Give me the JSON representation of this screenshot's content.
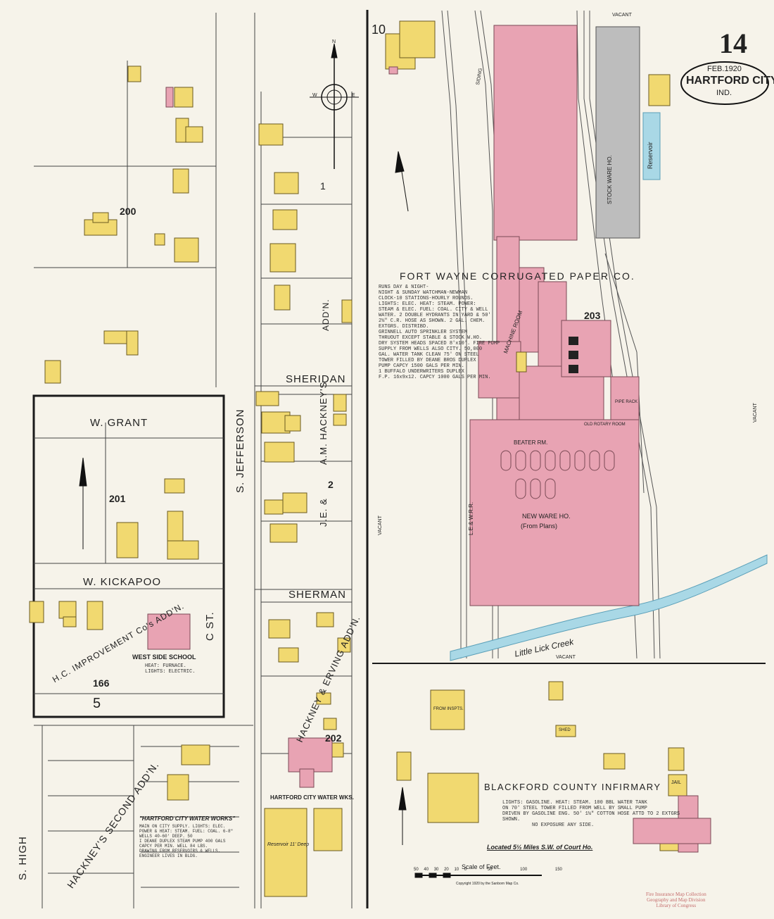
{
  "sheet": {
    "number": "14",
    "date": "FEB.1920",
    "city": "HARTFORD CITY",
    "state": "IND."
  },
  "streets": {
    "sheridan": "SHERIDAN",
    "w_grant": "W. GRANT",
    "s_jefferson": "S. JEFFERSON",
    "w_kickapoo": "W. KICKAPOO",
    "sherman": "SHERMAN",
    "c_st": "C     ST.",
    "s_high": "S. HIGH"
  },
  "blocks": [
    "200",
    "201",
    "166",
    "202",
    "203",
    "1",
    "2",
    "5",
    "10"
  ],
  "additions": {
    "hackney_am": "A.M. HACKNEY'S",
    "je": "J.E. &",
    "addn1": "ADD'N.",
    "hackney_erving": "HACKNEY & ERVING ADD'N.",
    "hc_improvement": "H.C. IMPROVEMENT Co's ADD'N.",
    "hackneys_second": "HACKNEY'S SECOND ADD'N."
  },
  "labels": {
    "paper_co": "FORT WAYNE CORRUGATED PAPER CO.",
    "infirmary": "BLACKFORD COUNTY INFIRMARY",
    "west_side_school": "WEST SIDE SCHOOL",
    "school_notes": "HEAT: FURNACE.\nLIGHTS: ELECTRIC.",
    "water_works": "HARTFORD CITY WATER WKS.",
    "water_works_title": "\"HARTFORD CITY WATER WORKS\"",
    "little_lick_creek": "Little   Lick   Creek",
    "located": "Located 5½ Miles S.W. of Court Ho.",
    "scale": "Scale of Feet.",
    "copyright": "Copyright 1920 by the Sanborn Map Co.",
    "vacant": "VACANT",
    "stock_ware_ho": "STOCK WARE HO.",
    "reservoir": "Reservoir",
    "reservoir_deep": "Reservoir 11' Deep",
    "new_ware_ho": "NEW WARE HO.",
    "from_plans": "(From Plans)",
    "beater_rm": "BEATER RM.",
    "machine_room": "MACHINE ROOM",
    "siding": "SIDING",
    "le_wrr": "L.E.& W.R.R.",
    "from_inspts": "FROM INSPTS.",
    "shed": "SHED",
    "jail": "JAIL",
    "pipe_rack": "PIPE RACK",
    "old_rotary_room": "OLD ROTARY ROOM",
    "library_stamp": "Fire Insurance Map Collection\nGeography and Map Division\nLibrary of Congress"
  },
  "notes": {
    "paper_co": "RUNS DAY & NIGHT-\nNIGHT & SUNDAY WATCHMAN-NEWMAN\nCLOCK-10 STATIONS-HOURLY ROUNDS.\nLIGHTS: ELEC. HEAT: STEAM. POWER:\nSTEAM & ELEC. FUEL: COAL. CITY & WELL\nWATER. 2 DOUBLE HYDRANTS IN YARD & 50'\n2½\" C.R. HOSE AS SHOWN. 2 GAL. CHEM.\nEXTGRS. DISTRIBD.\nGRINNELL AUTO SPRINKLER SYSTEM\nTHRUOUT EXCEPT STABLE & STOCK W.HO.\nDRY SYSTEM HEADS SPACED 8'x10'. FIRE PUMP\nSUPPLY FROM WELLS ALSO CITY. 50,000\nGAL. WATER TANK CLEAN 75' ON STEEL\nTOWER FILLED BY DEANE BROS DUPLEX\nPUMP CAPCY 1500 GALS PER MIN.\n1 BUFFALO UNDERWRITERS DUPLEX\nF.P. 16x9x12. CAPCY 1000 GALS PER MIN.",
    "infirmary": "LIGHTS: GASOLINE. HEAT: STEAM. 100 BBL WATER TANK\nON 70' STEEL TOWER FILLED FROM WELL BY SMALL PUMP\nDRIVEN BY GASOLINE ENG. 50' 1½\" COTTON HOSE ATTD TO 2 EXTGRS\nSHOWN.\n          NO EXPOSURE ANY SIDE.",
    "water_works": "MAIN ON CITY SUPPLY. LIGHTS: ELEC.\nPOWER & HEAT: STEAM. FUEL: COAL. 6-8\"\nWELLS 40-60' DEEP. 50\nI DEANE DUPLEX STEAM PUMP 400 GALS\nCAPCY PER MIN. WELL 84 LBS.\nDRAWING FROM RESERVOIRS & WELLS.\nENGINEER LIVES IN BLDG."
  },
  "map_colors": {
    "brick": "#e8a3b3",
    "frame": "#f1d970",
    "iron_clad": "#bdbdbd",
    "water": "#a9d8e6",
    "paper": "#f6f3ea",
    "ink": "#2a2a2a"
  },
  "compass": {
    "north": "N",
    "east": "E",
    "west": "W"
  },
  "scale_ticks": [
    "50",
    "40",
    "30",
    "20",
    "10",
    "0",
    "50",
    "100",
    "150"
  ]
}
